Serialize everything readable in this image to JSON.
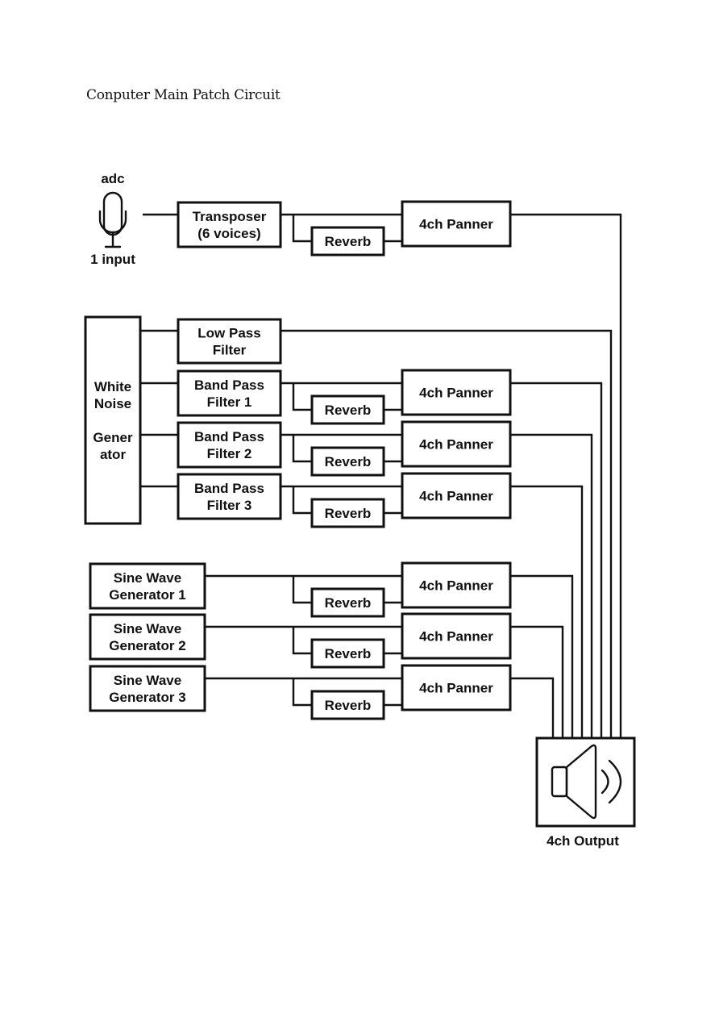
{
  "title": "Conputer Main Patch Circuit",
  "input": {
    "label_top": "adc",
    "label_bottom": "1 input",
    "icon": "microphone-icon"
  },
  "transposer": {
    "lines": [
      "Transposer",
      "(6 voices)"
    ]
  },
  "white_noise": {
    "lines": [
      "White",
      "Noise",
      "",
      "Gener",
      "ator"
    ]
  },
  "low_pass": {
    "lines": [
      "Low Pass",
      "Filter"
    ]
  },
  "band_pass": [
    {
      "lines": [
        "Band Pass",
        "Filter 1"
      ]
    },
    {
      "lines": [
        "Band Pass",
        "Filter 2"
      ]
    },
    {
      "lines": [
        "Band Pass",
        "Filter 3"
      ]
    }
  ],
  "sine": [
    {
      "lines": [
        "Sine Wave",
        "Generator 1"
      ]
    },
    {
      "lines": [
        "Sine Wave",
        "Generator 2"
      ]
    },
    {
      "lines": [
        "Sine Wave",
        "Generator 3"
      ]
    }
  ],
  "reverb_label": "Reverb",
  "panner_label": "4ch Panner",
  "output": {
    "label": "4ch Output",
    "icon": "speaker-icon"
  },
  "chains": [
    {
      "source": "adc",
      "path": [
        "Transposer (6 voices)",
        "Reverb",
        "4ch Panner",
        "4ch Output"
      ]
    },
    {
      "source": "White Noise Generator",
      "path": [
        "Low Pass Filter",
        "4ch Output"
      ]
    },
    {
      "source": "White Noise Generator",
      "path": [
        "Band Pass Filter 1",
        "Reverb",
        "4ch Panner",
        "4ch Output"
      ]
    },
    {
      "source": "White Noise Generator",
      "path": [
        "Band Pass Filter 2",
        "Reverb",
        "4ch Panner",
        "4ch Output"
      ]
    },
    {
      "source": "White Noise Generator",
      "path": [
        "Band Pass Filter 3",
        "Reverb",
        "4ch Panner",
        "4ch Output"
      ]
    },
    {
      "source": "Sine Wave Generator 1",
      "path": [
        "Reverb",
        "4ch Panner",
        "4ch Output"
      ]
    },
    {
      "source": "Sine Wave Generator 2",
      "path": [
        "Reverb",
        "4ch Panner",
        "4ch Output"
      ]
    },
    {
      "source": "Sine Wave Generator 3",
      "path": [
        "Reverb",
        "4ch Panner",
        "4ch Output"
      ]
    }
  ]
}
